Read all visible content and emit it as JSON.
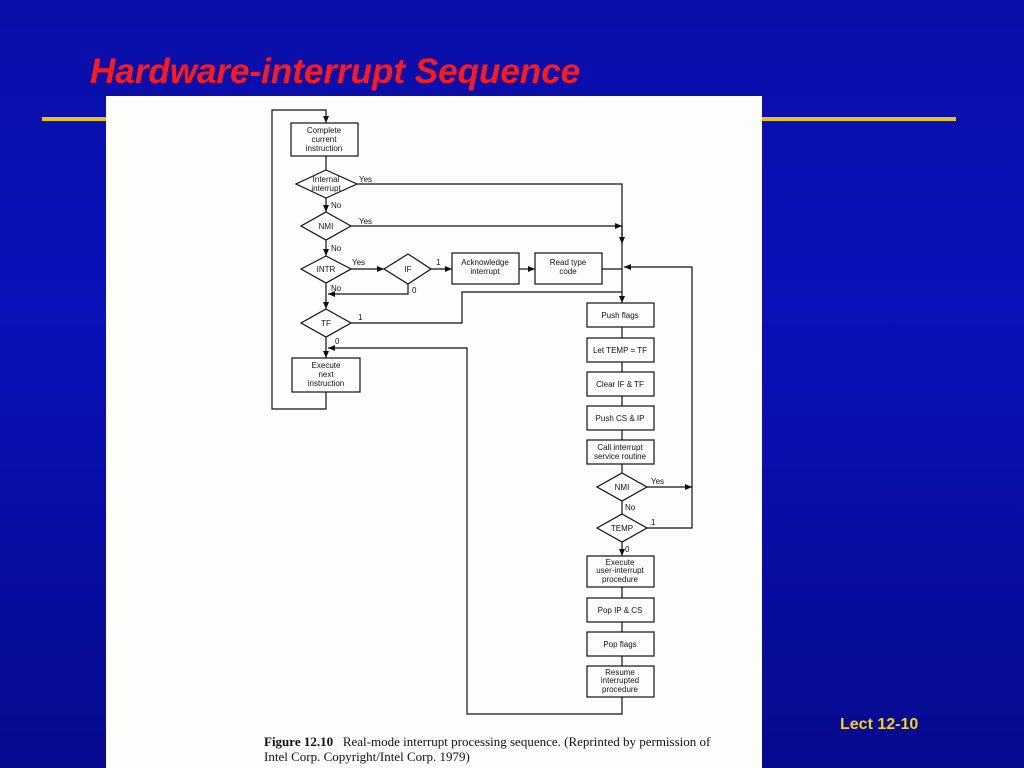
{
  "slide": {
    "title": "Hardware-interrupt Sequence",
    "footer": "Lect 12-10"
  },
  "colors": {
    "background": "#0a0ea8",
    "title": "#ff1a1a",
    "rule": "#e8c21a",
    "footer": "#f2d21a"
  },
  "flowchart": {
    "complete_current_instruction": [
      "Complete",
      "current",
      "instruction"
    ],
    "internal_interrupt": [
      "Internal",
      "interrupt"
    ],
    "nmi_top": "NMI",
    "intr": "INTR",
    "if_flag": "IF",
    "acknowledge_interrupt": [
      "Acknowledge",
      "interrupt"
    ],
    "read_type_code": [
      "Read type",
      "code"
    ],
    "tf": "TF",
    "execute_next_instruction": [
      "Execute",
      "next",
      "instruction"
    ],
    "push_flags": "Push flags",
    "let_temp_tf": "Let TEMP = TF",
    "clear_if_tf": "Clear IF & TF",
    "push_cs_ip": "Push CS & IP",
    "call_isr": [
      "Call interrupt",
      "service routine"
    ],
    "nmi_bottom": "NMI",
    "temp": "TEMP",
    "execute_user_interrupt": [
      "Execute",
      "user-interrupt",
      "procedure"
    ],
    "pop_ip_cs": "Pop IP & CS",
    "pop_flags": "Pop flags",
    "resume": [
      "Resume",
      "interrupted",
      "procedure"
    ],
    "labels": {
      "yes": "Yes",
      "no": "No",
      "one": "1",
      "zero": "0"
    }
  },
  "caption": {
    "figure_label": "Figure 12.10",
    "text": "Real-mode interrupt processing sequence. (Reprinted by permission of Intel Corp. Copyright/Intel Corp. 1979)"
  }
}
